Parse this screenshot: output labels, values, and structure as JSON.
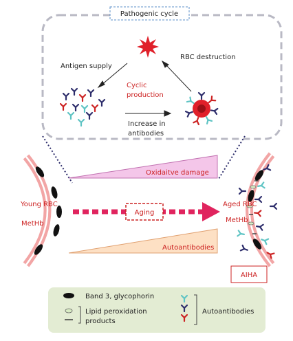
{
  "cycle": {
    "title": "Pathogenic cycle",
    "antigen_supply": "Antigen supply",
    "rbc_destruction": "RBC destruction",
    "cyclic_line1": "Cyclic",
    "cyclic_line2": "production",
    "increase_line1": "Increase in",
    "increase_line2": "antibodies"
  },
  "wedges": {
    "oxidative": "Oxidaitve damage",
    "autoantibodies": "Autoantibodies"
  },
  "cells": {
    "young_rbc": "Young RBC",
    "young_methb": "MetHb",
    "aged_rbc": "Aged RBC",
    "aged_methb": "MetHb",
    "aging": "Aging",
    "aiha": "AIHA"
  },
  "legend": {
    "band3": "Band 3, glycophorin",
    "lipid_line1": "Lipid peroxidation",
    "lipid_line2": "products",
    "autoantibodies": "Autoantibodies"
  },
  "colors": {
    "red": "#cc2222",
    "membrane": "#f2a5a5",
    "dash": "#b9b9c4",
    "legend_bg": "#e3ecd3"
  }
}
